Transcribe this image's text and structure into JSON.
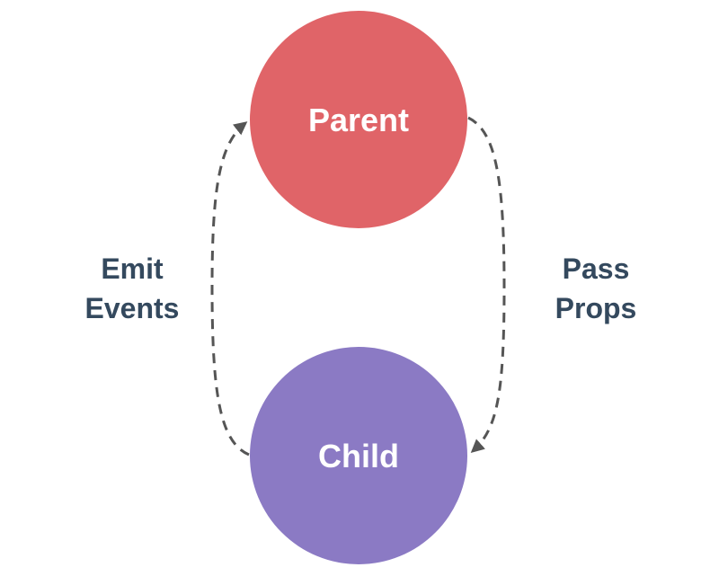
{
  "nodes": {
    "parent": {
      "label": "Parent",
      "color": "#e06468"
    },
    "child": {
      "label": "Child",
      "color": "#8b7ac4"
    }
  },
  "edges": {
    "emit": {
      "line1": "Emit",
      "line2": "Events"
    },
    "pass": {
      "line1": "Pass",
      "line2": "Props"
    }
  },
  "colors": {
    "edge_stroke": "#555555",
    "edge_text": "#34495e",
    "node_text": "#ffffff"
  }
}
